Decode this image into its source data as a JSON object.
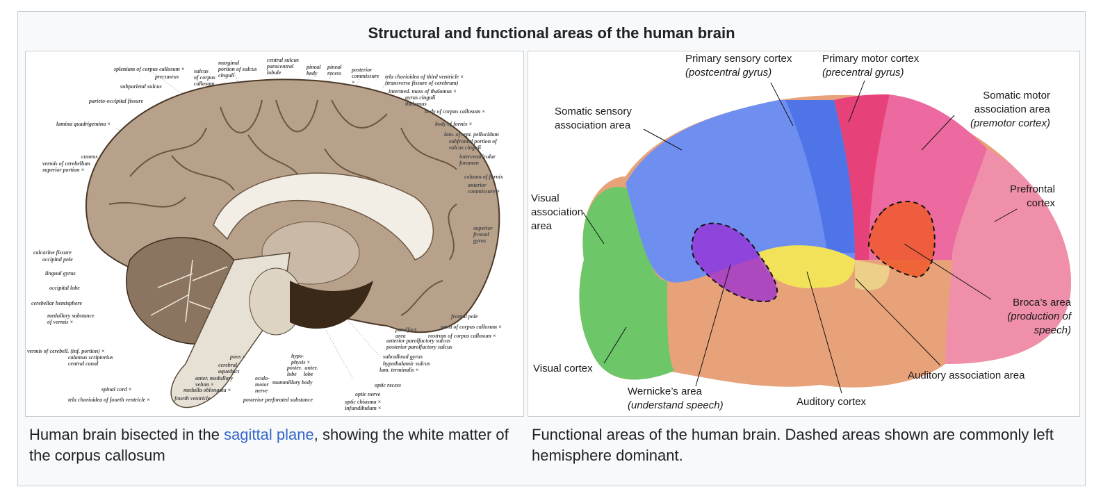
{
  "gallery": {
    "title": "Structural and functional areas of the human brain",
    "items": [
      {
        "caption_before": "Human brain bisected in the ",
        "caption_link": "sagittal plane",
        "caption_after": ", showing the white matter of the corpus callosum",
        "labels": [
          "splenium of corpus callosum ×",
          "precuneus",
          "sulcus\nof corpus\ncallosum",
          "marginal\nportion of sulcus\ncinguli",
          "central sulcus\nparacentral\nlobule",
          "pineal\nbody",
          "pineal\nrecess",
          "posterior\ncommissure\n×",
          "subparietal sulcus",
          "parieto-occipital fissure",
          "lamina quadrigemina ×",
          "cuneus",
          "vermis of cerebellum\nsuperior portion ×",
          "tela chorioidea of third ventricle ×\n(transverse fissure of cerebrum)",
          "intermed. mass of thalamus ×",
          "gyrus cinguli\nthalamus",
          "body of corpus callosum ×",
          "body of fornix ×",
          "lam. of sept. pellucidum",
          "subfrontal portion of\nsulcus cinguli",
          "interventricular\nforamen",
          "column of fornix",
          "anterior\ncommissure ×",
          "superior\nfrontal\ngyrus",
          "calcarine fissure",
          "occipital pole",
          "lingual gyrus",
          "occipital lobe",
          "cerebellar hemisphere",
          "medullary substance\nof vermis ×",
          "vermis of cerebell. (inf. portion) ×",
          "calamus scriptorius\ncentral canal",
          "spinal cord ×",
          "tela chorioidea of fourth ventricle ×",
          "fourth ventricle",
          "pons ×",
          "cerebral\naqueduct",
          "anter. medullary\nvelum ×",
          "medulla oblongata ×",
          "oculo-\nmotor\nnerve",
          "posterior perforated substance",
          "hypo-\nphysis ×",
          "poster.  anter.\nlobe     lobe",
          "mammillary body",
          "frontal pole",
          "genu of corpus callosum ×",
          "parolfact.\narea",
          "rostrum of corpus callosum ×",
          "anterior parolfactory sulcus\nposterior parolfactory sulcus",
          "subcallosal gyrus",
          "hypothalamic sulcus",
          "lam. terminalis ×",
          "optic recess",
          "optic nerve",
          "optic chiasma ×\ninfundibulum ×"
        ]
      },
      {
        "caption": "Functional areas of the human brain. Dashed areas shown are commonly left hemisphere dominant.",
        "labels": {
          "primary_sensory": "Primary sensory cortex",
          "primary_sensory_sub": "(postcentral gyrus)",
          "primary_motor": "Primary motor cortex",
          "primary_motor_sub": "(precentral gyrus)",
          "somatic_sensory": "Somatic sensory\nassociation area",
          "somatic_motor": "Somatic motor\nassociation area",
          "somatic_motor_sub": "(premotor cortex)",
          "prefrontal": "Prefrontal\ncortex",
          "visual_assoc": "Visual\nassociation\narea",
          "visual_cortex": "Visual cortex",
          "wernicke": "Wernicke’s area",
          "wernicke_sub": "(understand speech)",
          "auditory": "Auditory cortex",
          "auditory_assoc": "Auditory association area",
          "broca": "Broca’s area",
          "broca_sub": "(production of\nspeech)"
        }
      }
    ]
  }
}
